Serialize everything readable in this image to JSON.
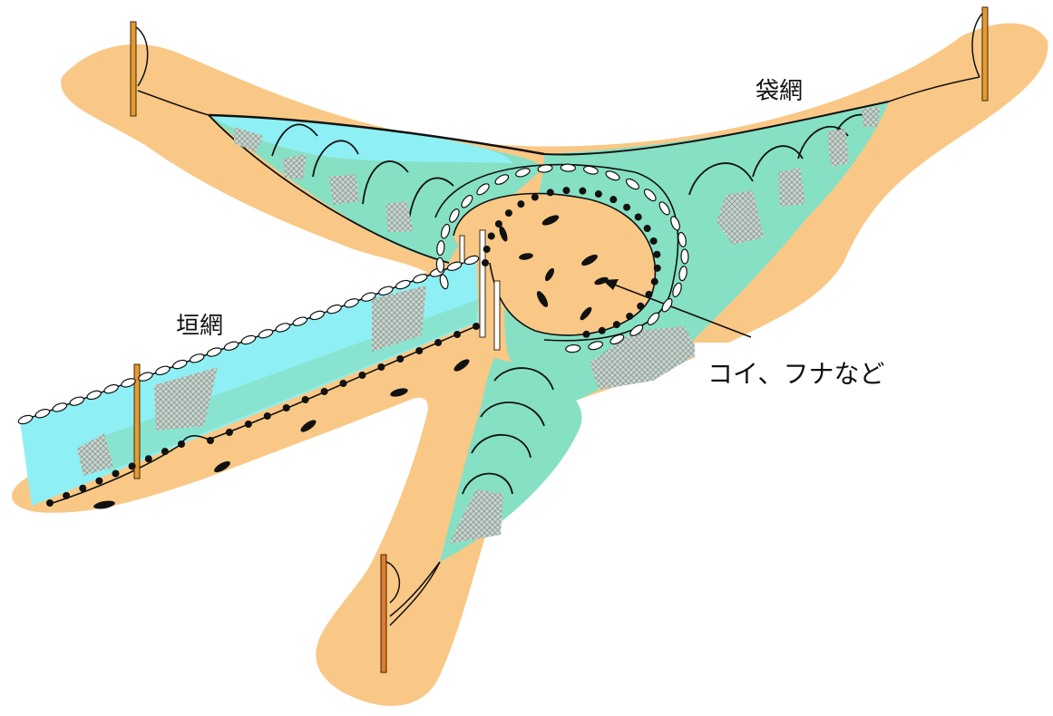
{
  "labels": {
    "bag_net": "袋網",
    "fence_net": "垣網",
    "fish": "コイ、フナなど"
  },
  "colors": {
    "ground": "#f9c886",
    "net_green": "#86e0c4",
    "water_cyan": "#8ef0f4",
    "pole_orange": "#e69a2e",
    "pole_outline": "#3a2a10",
    "line_dark": "#111111"
  }
}
